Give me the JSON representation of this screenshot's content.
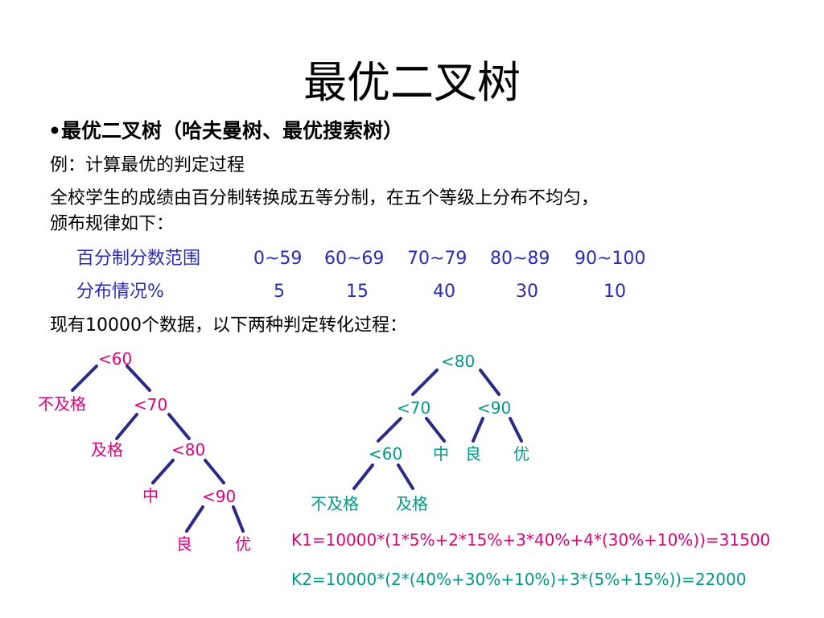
{
  "title": "最优二叉树",
  "bullet": "•最优二叉树（哈夫曼树、最优搜索树）",
  "example": "例：计算最优的判定过程",
  "desc_line1": "全校学生的成绩由百分制转换成五等分制，在五个等级上分布不均匀，",
  "desc_line2": "颁布规律如下：",
  "table": {
    "row1_label": "百分制分数范围",
    "ranges": [
      "0~59",
      "60~69",
      "70~79",
      "80~89",
      "90~100"
    ],
    "row2_label": "分布情况%",
    "percents": [
      "5",
      "15",
      "40",
      "30",
      "10"
    ]
  },
  "intro": "现有10000个数据，以下两种判定转化过程：",
  "tree1": {
    "n60": "<60",
    "fail": "不及格",
    "n70": "<70",
    "pass": "及格",
    "n80": "<80",
    "mid": "中",
    "n90": "<90",
    "good": "良",
    "excellent": "优"
  },
  "tree2": {
    "n80": "<80",
    "n70": "<70",
    "n90": "<90",
    "n60": "<60",
    "mid": "中",
    "good": "良",
    "excellent": "优",
    "fail": "不及格",
    "pass": "及格"
  },
  "k1": "K1=10000*(1*5%+2*15%+3*40%+4*(30%+10%))=31500",
  "k2": "K2=10000*(2*(40%+30%+10%)+3*(5%+15%))=22000",
  "colors": {
    "blue": "#2a2ab8",
    "magenta": "#e0007a",
    "teal": "#009988",
    "edge": "#2a2a8a"
  }
}
